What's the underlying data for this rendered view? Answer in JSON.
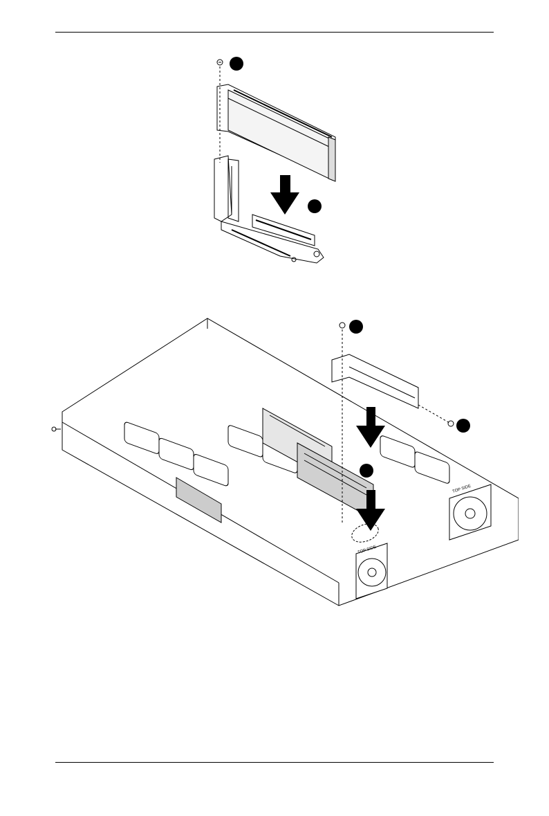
{
  "figures": [
    {
      "id": "riser-card-install",
      "callouts": [
        "",
        "",
        ""
      ]
    },
    {
      "id": "chassis-riser-install",
      "callouts": [
        "",
        "",
        ""
      ],
      "labels": [
        "TOP SIDE",
        "TOP SIDE"
      ]
    }
  ]
}
